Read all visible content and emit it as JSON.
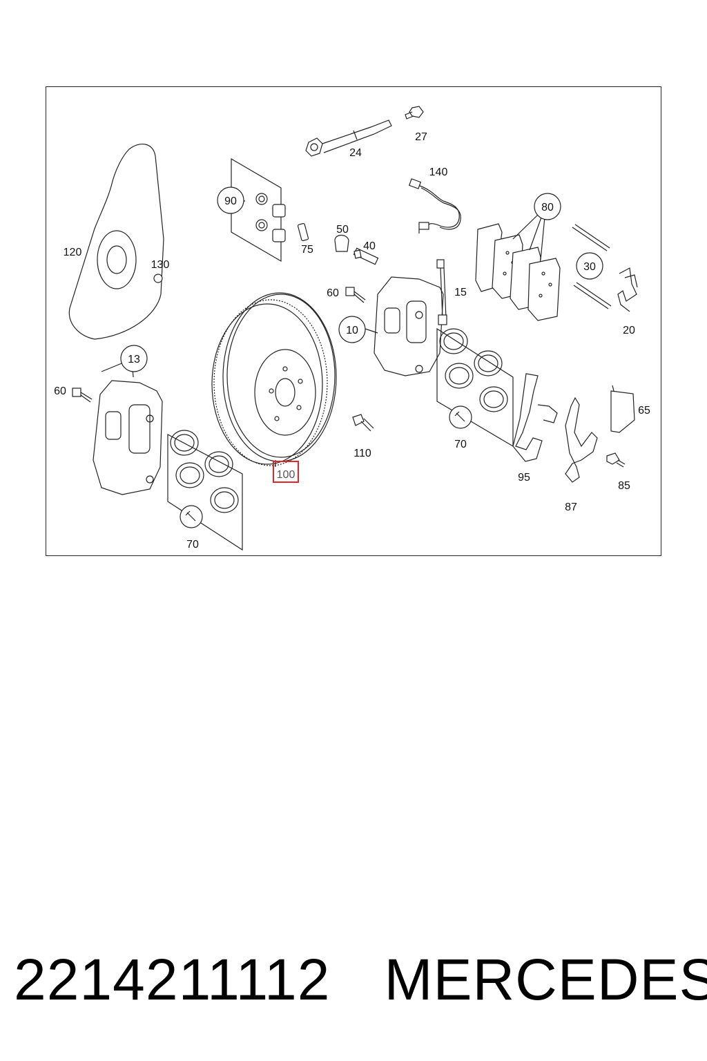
{
  "diagram": {
    "labels": {
      "l24": "24",
      "l27": "27",
      "l140": "140",
      "l90": "90",
      "l75": "75",
      "l50": "50",
      "l40": "40",
      "l80": "80",
      "l30": "30",
      "l20": "20",
      "l120": "120",
      "l130": "130",
      "l60a": "60",
      "l10": "10",
      "l15": "15",
      "l13": "13",
      "l60b": "60",
      "l110": "110",
      "l70a": "70",
      "l70b": "70",
      "l95": "95",
      "l87": "87",
      "l65": "65",
      "l85": "85",
      "l100": "100"
    },
    "highlighted_part": "100",
    "colors": {
      "highlight": "#e0262a",
      "line": "#222222"
    }
  },
  "caption": {
    "part_number": "2214211112",
    "brand": "MERCEDES"
  }
}
